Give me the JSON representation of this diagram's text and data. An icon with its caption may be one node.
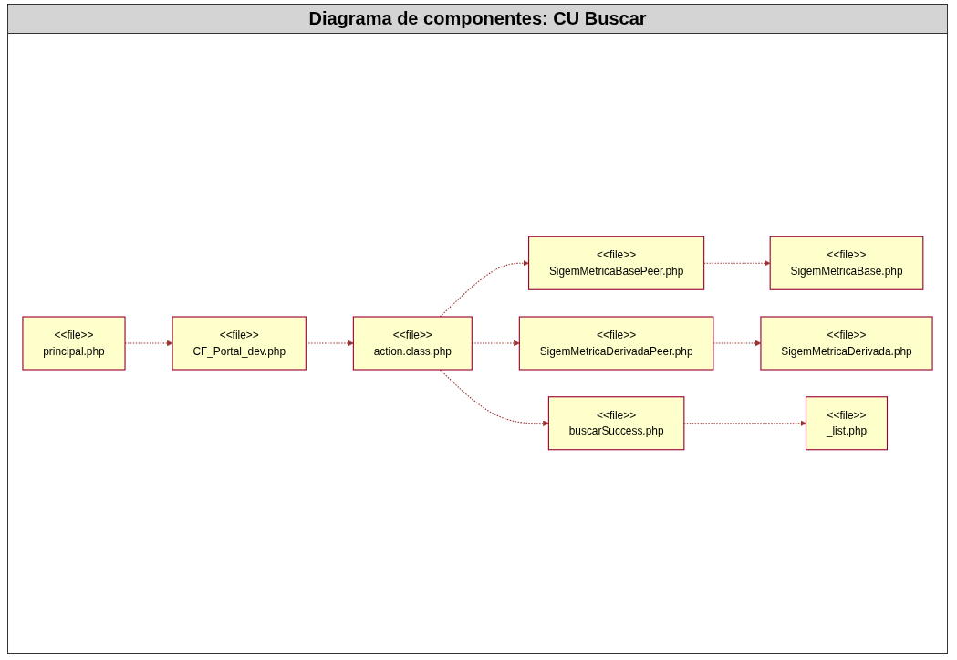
{
  "diagram": {
    "title": "Diagrama de componentes: CU Buscar",
    "nodes": [
      {
        "text": [
          "<<file>>",
          "principal.php"
        ]
      },
      {
        "text": [
          "<<file>>",
          "CF_Portal_dev.php"
        ]
      },
      {
        "text": [
          "<<file>>",
          "action.class.php"
        ]
      },
      {
        "text": [
          "<<file>>",
          "SigemMetricaBase.php"
        ]
      },
      {
        "text": [
          "<<file>>",
          "SigemMetricaBasePeer.php"
        ]
      },
      {
        "text": [
          "<<file>>",
          "SigemMetricaDerivadaPeer.php"
        ]
      },
      {
        "text": [
          "<<file>>",
          "SigemMetricaDerivada.php"
        ]
      },
      {
        "text": [
          "<<file>>",
          "_list.php"
        ]
      },
      {
        "text": [
          "<<file>>",
          "buscarSuccess.php"
        ]
      }
    ],
    "edges": [
      {
        "from": 0,
        "to": 1,
        "arrow": "to",
        "style": "dashed"
      },
      {
        "from": 1,
        "to": 2,
        "arrow": "to",
        "style": "dashed"
      },
      {
        "from": 2,
        "to": 4,
        "arrow": "to",
        "style": "dashed"
      },
      {
        "from": 2,
        "to": 5,
        "arrow": "to",
        "style": "dashed"
      },
      {
        "from": 4,
        "to": 3,
        "arrow": "to",
        "style": "dashed"
      },
      {
        "from": 5,
        "to": 6,
        "arrow": "to",
        "style": "dashed"
      },
      {
        "from": 2,
        "to": 8,
        "arrow": "to",
        "style": "dashed"
      },
      {
        "from": 8,
        "to": 7,
        "arrow": "to",
        "style": "dashed"
      }
    ]
  }
}
